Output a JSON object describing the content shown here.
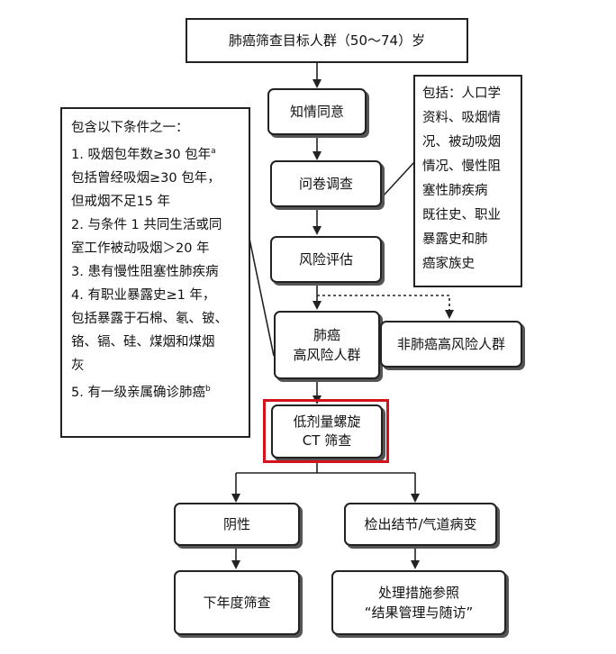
{
  "title_box": "肺癌筛查目标人群（50～74）岁",
  "steps": {
    "consent": "知情同意",
    "survey": "问卷调查",
    "risk": "风险评估",
    "high_risk": [
      "肺癌",
      "高风险人群"
    ],
    "non_high_risk": "非肺癌高风险人群",
    "ct": [
      "低剂量螺旋",
      "CT 筛查"
    ],
    "negative": "阴性",
    "positive": "检出结节/气道病变",
    "next_year": "下年度筛查",
    "management": [
      "处理措施参照",
      "“结果管理与随访”"
    ]
  },
  "survey_note": {
    "lines": [
      "包括：人口学",
      "资料、吸烟情",
      "况、被动吸烟",
      "情况、慢性阻",
      "塞性肺疾病",
      "既往史、职业",
      "暴露史和肺",
      "癌家族史"
    ]
  },
  "criteria_note": {
    "header": "包含以下条件之一：",
    "lines": [
      {
        "text": "1. 吸烟包年数≥30 包年",
        "sup": "a"
      },
      {
        "text": "包括曾经吸烟≥30 包年，",
        "sup": ""
      },
      {
        "text": "但戒烟不足15 年",
        "sup": ""
      },
      {
        "text": "2. 与条件 1 共同生活或同",
        "sup": ""
      },
      {
        "text": "室工作被动吸烟＞20 年",
        "sup": ""
      },
      {
        "text": "3. 患有慢性阻塞性肺疾病",
        "sup": ""
      },
      {
        "text": "4. 有职业暴露史≥1 年，",
        "sup": ""
      },
      {
        "text": "包括暴露于石棉、氡、铍、",
        "sup": ""
      },
      {
        "text": "铬、镉、硅、煤烟和煤烟",
        "sup": ""
      },
      {
        "text": "灰",
        "sup": ""
      },
      {
        "text": "5. 有一级亲属确诊肺癌",
        "sup": "b"
      }
    ]
  },
  "colors": {
    "highlight": "#d3111a",
    "border": "#222222"
  }
}
